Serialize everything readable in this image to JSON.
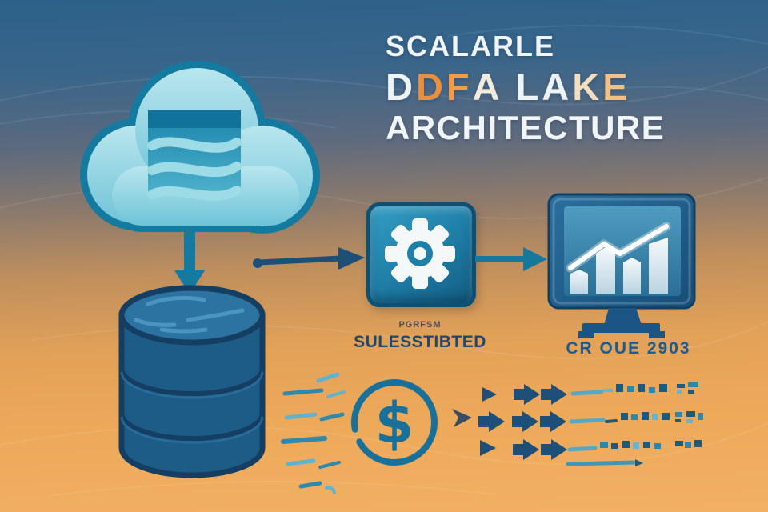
{
  "title": {
    "line1": "SCALARLE",
    "line2_letters": [
      {
        "ch": "D",
        "style": "color:#eef3f6"
      },
      {
        "ch": "D",
        "style": "color:#ea8f3c"
      },
      {
        "ch": "F",
        "style": "color:#f19c49"
      },
      {
        "ch": "A",
        "style": "color:#f3ecdc"
      },
      {
        "ch": "L",
        "style": "color:#eef3f6;margin-left:16px"
      },
      {
        "ch": "A",
        "style": "color:#edf2f5"
      },
      {
        "ch": "K",
        "style": "color:#f3ddbe"
      },
      {
        "ch": "E",
        "style": "color:#f2c18b"
      }
    ],
    "line3": "ARCHITECTURE"
  },
  "labels": {
    "process_small": "PGRFSM",
    "process_main": "SULESSTIBTED",
    "monitor_caption": "CR OUE 2903",
    "dollar_sign": "$"
  },
  "icons": {
    "cloud": "cloud-database-icon",
    "down_arrow": "down-arrow-icon",
    "database": "database-cylinder-icon",
    "flow_arrow_1": "right-arrow-navy-icon",
    "gear": "gear-icon",
    "flow_arrow_2": "right-arrow-teal-icon",
    "monitor": "monitor-chart-icon",
    "dollar": "dollar-coin-icon",
    "speed_dashes": "speed-dashes-icon",
    "flow_glyphs": "flow-arrows-and-blocks-icon"
  },
  "colors": {
    "bg_top": "#2d6189",
    "bg_bottom": "#f2b063",
    "teal_outline": "#147a9f",
    "navy_arrow": "#1d4f79",
    "cloud_fill": "#a9dde8",
    "db_fill": "#1e5c88",
    "orange_accent": "#ea8f3c",
    "label_dark_blue": "#1b4b73",
    "monitor_frame": "#1b5585",
    "gear_white": "#f4f8f9"
  }
}
